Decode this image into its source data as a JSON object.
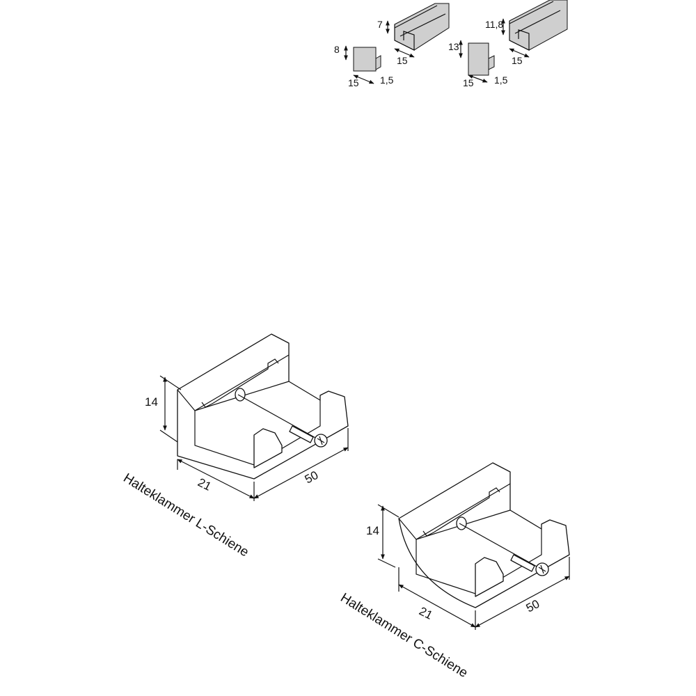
{
  "profiles": {
    "endcap_small": {
      "height": "8",
      "width": "15",
      "depth": "1,5"
    },
    "rail_small": {
      "height": "7",
      "width": "15"
    },
    "endcap_large": {
      "height": "13",
      "width": "15",
      "depth": "1,5"
    },
    "rail_large": {
      "height": "11,8",
      "width": "15"
    }
  },
  "clip_l": {
    "height": "14",
    "width": "21",
    "length": "50",
    "caption": "Halteklammer L-Schiene"
  },
  "clip_c": {
    "height": "14",
    "width": "21",
    "length": "50",
    "caption": "Halteklammer C-Schiene"
  }
}
